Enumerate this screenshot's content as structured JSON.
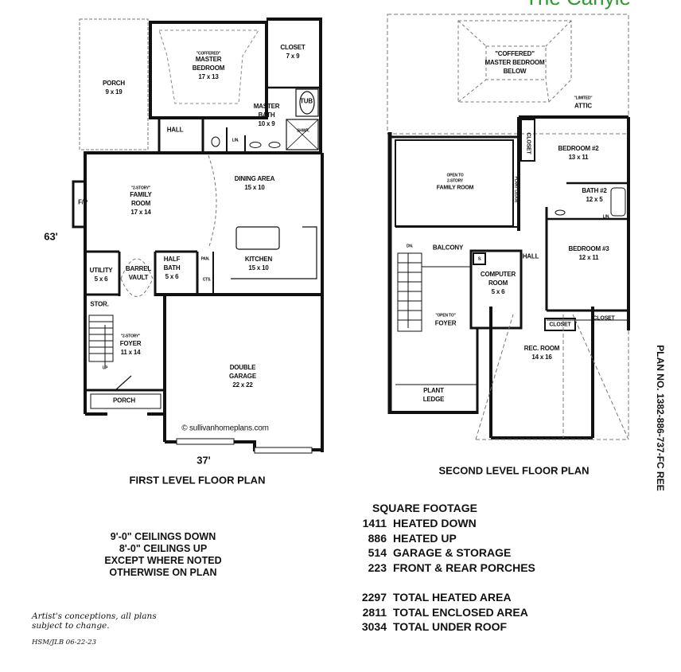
{
  "title": "The Carlyle",
  "first_floor": {
    "caption": "FIRST LEVEL FLOOR PLAN",
    "width_dim": "37'",
    "depth_dim": "63'",
    "copyright": "© sullivanhomeplans.com",
    "rooms": {
      "porch_rear": "PORCH\n9 x 19",
      "master_note": "\"COFFERED\"",
      "master": "MASTER\nBEDROOM\n17 x 13",
      "closet": "CLOSET\n7 x 9",
      "tub": "TUB",
      "master_bath": "MASTER\nBATH\n10 x 9",
      "hall": "HALL",
      "lin": "LIN.",
      "shwr": "SHWR.",
      "fp": "F/P",
      "family_note": "\"2-STORY\"",
      "family": "FAMILY\nROOM\n17 x 14",
      "dining": "DINING AREA\n15 x 10",
      "kitchen": "KITCHEN\n15 x 10",
      "half_bath": "HALF\nBATH\n5 x 6",
      "pantry": "PAN.",
      "cts": "CTS.",
      "utility": "UTILITY\n5 x 6",
      "barrel": "BARREL\nVAULT",
      "stor": "STOR.",
      "foyer_note": "\"2-STORY\"",
      "foyer": "FOYER\n11 x 14",
      "up": "UP",
      "garage": "DOUBLE\nGARAGE\n22 x 22",
      "porch_front": "PORCH"
    }
  },
  "second_floor": {
    "caption": "SECOND LEVEL FLOOR PLAN",
    "rooms": {
      "master_below": "\"COFFERED\"\nMASTER BEDROOM\nBELOW",
      "attic_note": "\"LIMITED\"",
      "attic": "ATTIC",
      "closet_b2": "CLOSET",
      "bedroom2": "BEDROOM #2\n13 x 11",
      "family_open": "OPEN TO\n2-STORY",
      "family": "FAMILY ROOM",
      "plant_ledge_v": "PLANT LEDGE",
      "bath2": "BATH #2\n12 x 5",
      "lin": "LIN.",
      "bedroom3": "BEDROOM #3\n12 x 11",
      "balcony": "BALCONY",
      "dn": "DN.",
      "hall": "HALL",
      "s": "S.",
      "computer": "COMPUTER\nROOM\n5 x 6",
      "closet_a": "CLOSET",
      "closet_b3": "CLOSET",
      "foyer_open": "\"OPEN TO\"",
      "foyer": "FOYER",
      "rec": "REC. ROOM\n14 x 16",
      "plant_ledge": "PLANT\nLEDGE"
    }
  },
  "notes": "9'-0\" CEILINGS DOWN\n8'-0\" CEILINGS UP\nEXCEPT WHERE NOTED\nOTHERWISE ON PLAN",
  "square_footage": {
    "header": "SQUARE FOOTAGE",
    "rows": [
      {
        "value": "1411",
        "label": "HEATED DOWN"
      },
      {
        "value": "886",
        "label": "HEATED UP"
      },
      {
        "value": "514",
        "label": "GARAGE & STORAGE"
      },
      {
        "value": "223",
        "label": "FRONT & REAR PORCHES"
      }
    ],
    "totals": [
      {
        "value": "2297",
        "label": "TOTAL HEATED AREA"
      },
      {
        "value": "2811",
        "label": "TOTAL ENCLOSED AREA"
      },
      {
        "value": "3034",
        "label": "TOTAL UNDER ROOF"
      }
    ]
  },
  "disclaimer": "Artist's conceptions, all plans\nsubject to change.",
  "drafter": "HSM/JLB  06-22-23",
  "plan_number": "PLAN NO. 1382-886-737-FC REE",
  "colors": {
    "title": "#2e9a2e",
    "walls": "#111111"
  }
}
